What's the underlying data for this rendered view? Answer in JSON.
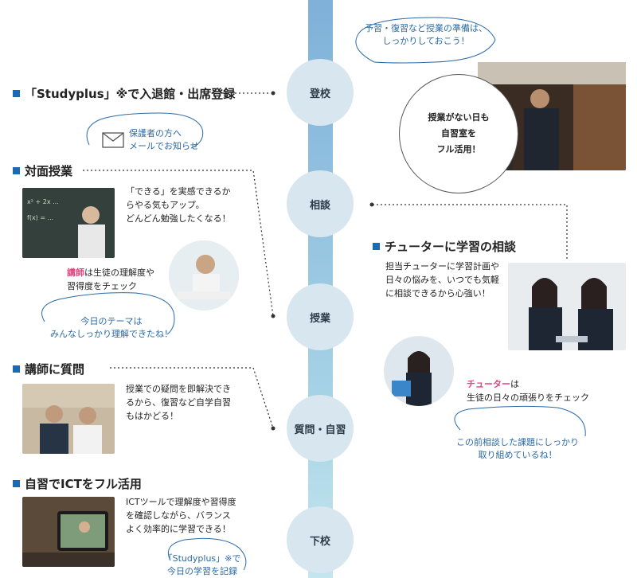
{
  "timeline": {
    "nodes": [
      "登校",
      "相談",
      "授業",
      "質問・自習",
      "下校"
    ]
  },
  "sections": {
    "entry": {
      "title": "「Studyplus」※で入退館・出席登録",
      "bubble_lines": [
        "保護者の方へ",
        "メールでお知らせ"
      ]
    },
    "lecture": {
      "title": "対面授業",
      "text_lines": [
        "「できる」を実感できるか",
        "らやる気もアップ。",
        "どんどん勉強したくなる！"
      ],
      "teacher_prefix": "講師",
      "teacher_rest": "は生徒の理解度や",
      "teacher_line2": "習得度をチェック",
      "bubble_lines": [
        "今日のテーマは",
        "みんなしっかり理解できたね！"
      ]
    },
    "question": {
      "title": "講師に質問",
      "text_lines": [
        "授業での疑問を即解決でき",
        "るから、復習など自学自習",
        "もはかどる！"
      ]
    },
    "ict": {
      "title": "自習でICTをフル活用",
      "text_lines": [
        "ICTツールで理解度や習得度",
        "を確認しながら、バランス",
        "よく効率的に学習できる！"
      ],
      "bubble_lines": [
        "「Studyplus」※で",
        "今日の学習を記録"
      ]
    },
    "prep": {
      "bubble_lines": [
        "予習・復習など授業の準備は、",
        "しっかりしておこう！"
      ]
    },
    "jishu": {
      "callout_lines": [
        "授業がない日も",
        "自習室を",
        "フル活用！"
      ]
    },
    "tutor": {
      "title": "チューターに学習の相談",
      "text_lines": [
        "担当チューターに学習計画や",
        "日々の悩みを、いつでも気軽",
        "に相談できるから心強い！"
      ],
      "tutor_prefix": "チューター",
      "tutor_rest": "は",
      "tutor_line2": "生徒の日々の頑張りをチェック",
      "bubble_lines": [
        "この前相談した課題にしっかり",
        "取り組めているね！"
      ]
    }
  },
  "colors": {
    "accent": "#1a6bb5",
    "pink": "#e0447f",
    "node": "#d7e6ef",
    "bubble_text": "#2a6aa6"
  },
  "icons": [
    "mail-icon"
  ]
}
